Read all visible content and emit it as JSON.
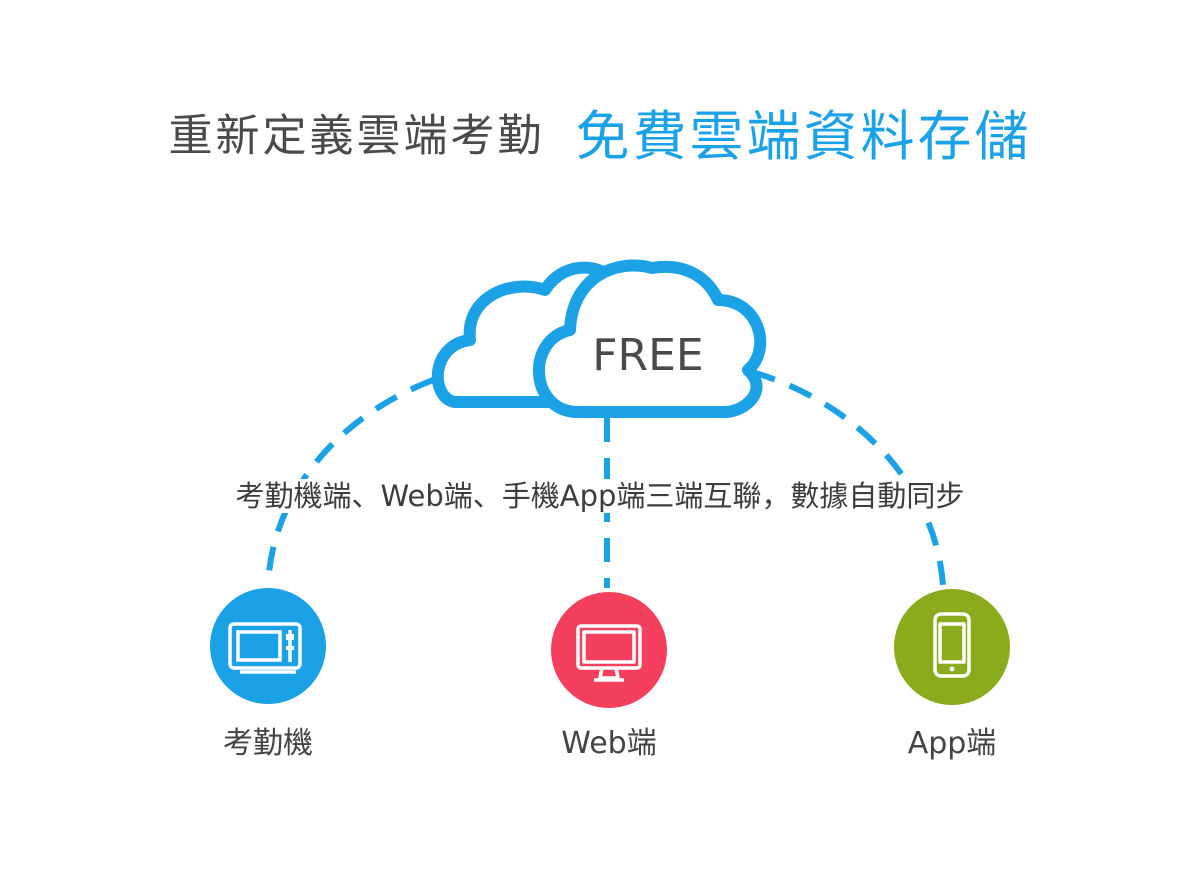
{
  "headline": {
    "lead": "重新定義雲端考勤",
    "highlight": "免費雲端資料存儲"
  },
  "cloud": {
    "label": "FREE",
    "icon": "cloud-icon"
  },
  "tagline": "考勤機端、Web端、手機App端三端互聯，數據自動同步",
  "nodes": [
    {
      "label": "考勤機",
      "icon": "time-clock-icon",
      "color": "#1aa1e6"
    },
    {
      "label": "Web端",
      "icon": "monitor-icon",
      "color": "#f4405e"
    },
    {
      "label": "App端",
      "icon": "smartphone-icon",
      "color": "#8aab1b"
    }
  ],
  "colors": {
    "accent": "#1aa1e6",
    "text": "#4a4a4a"
  }
}
